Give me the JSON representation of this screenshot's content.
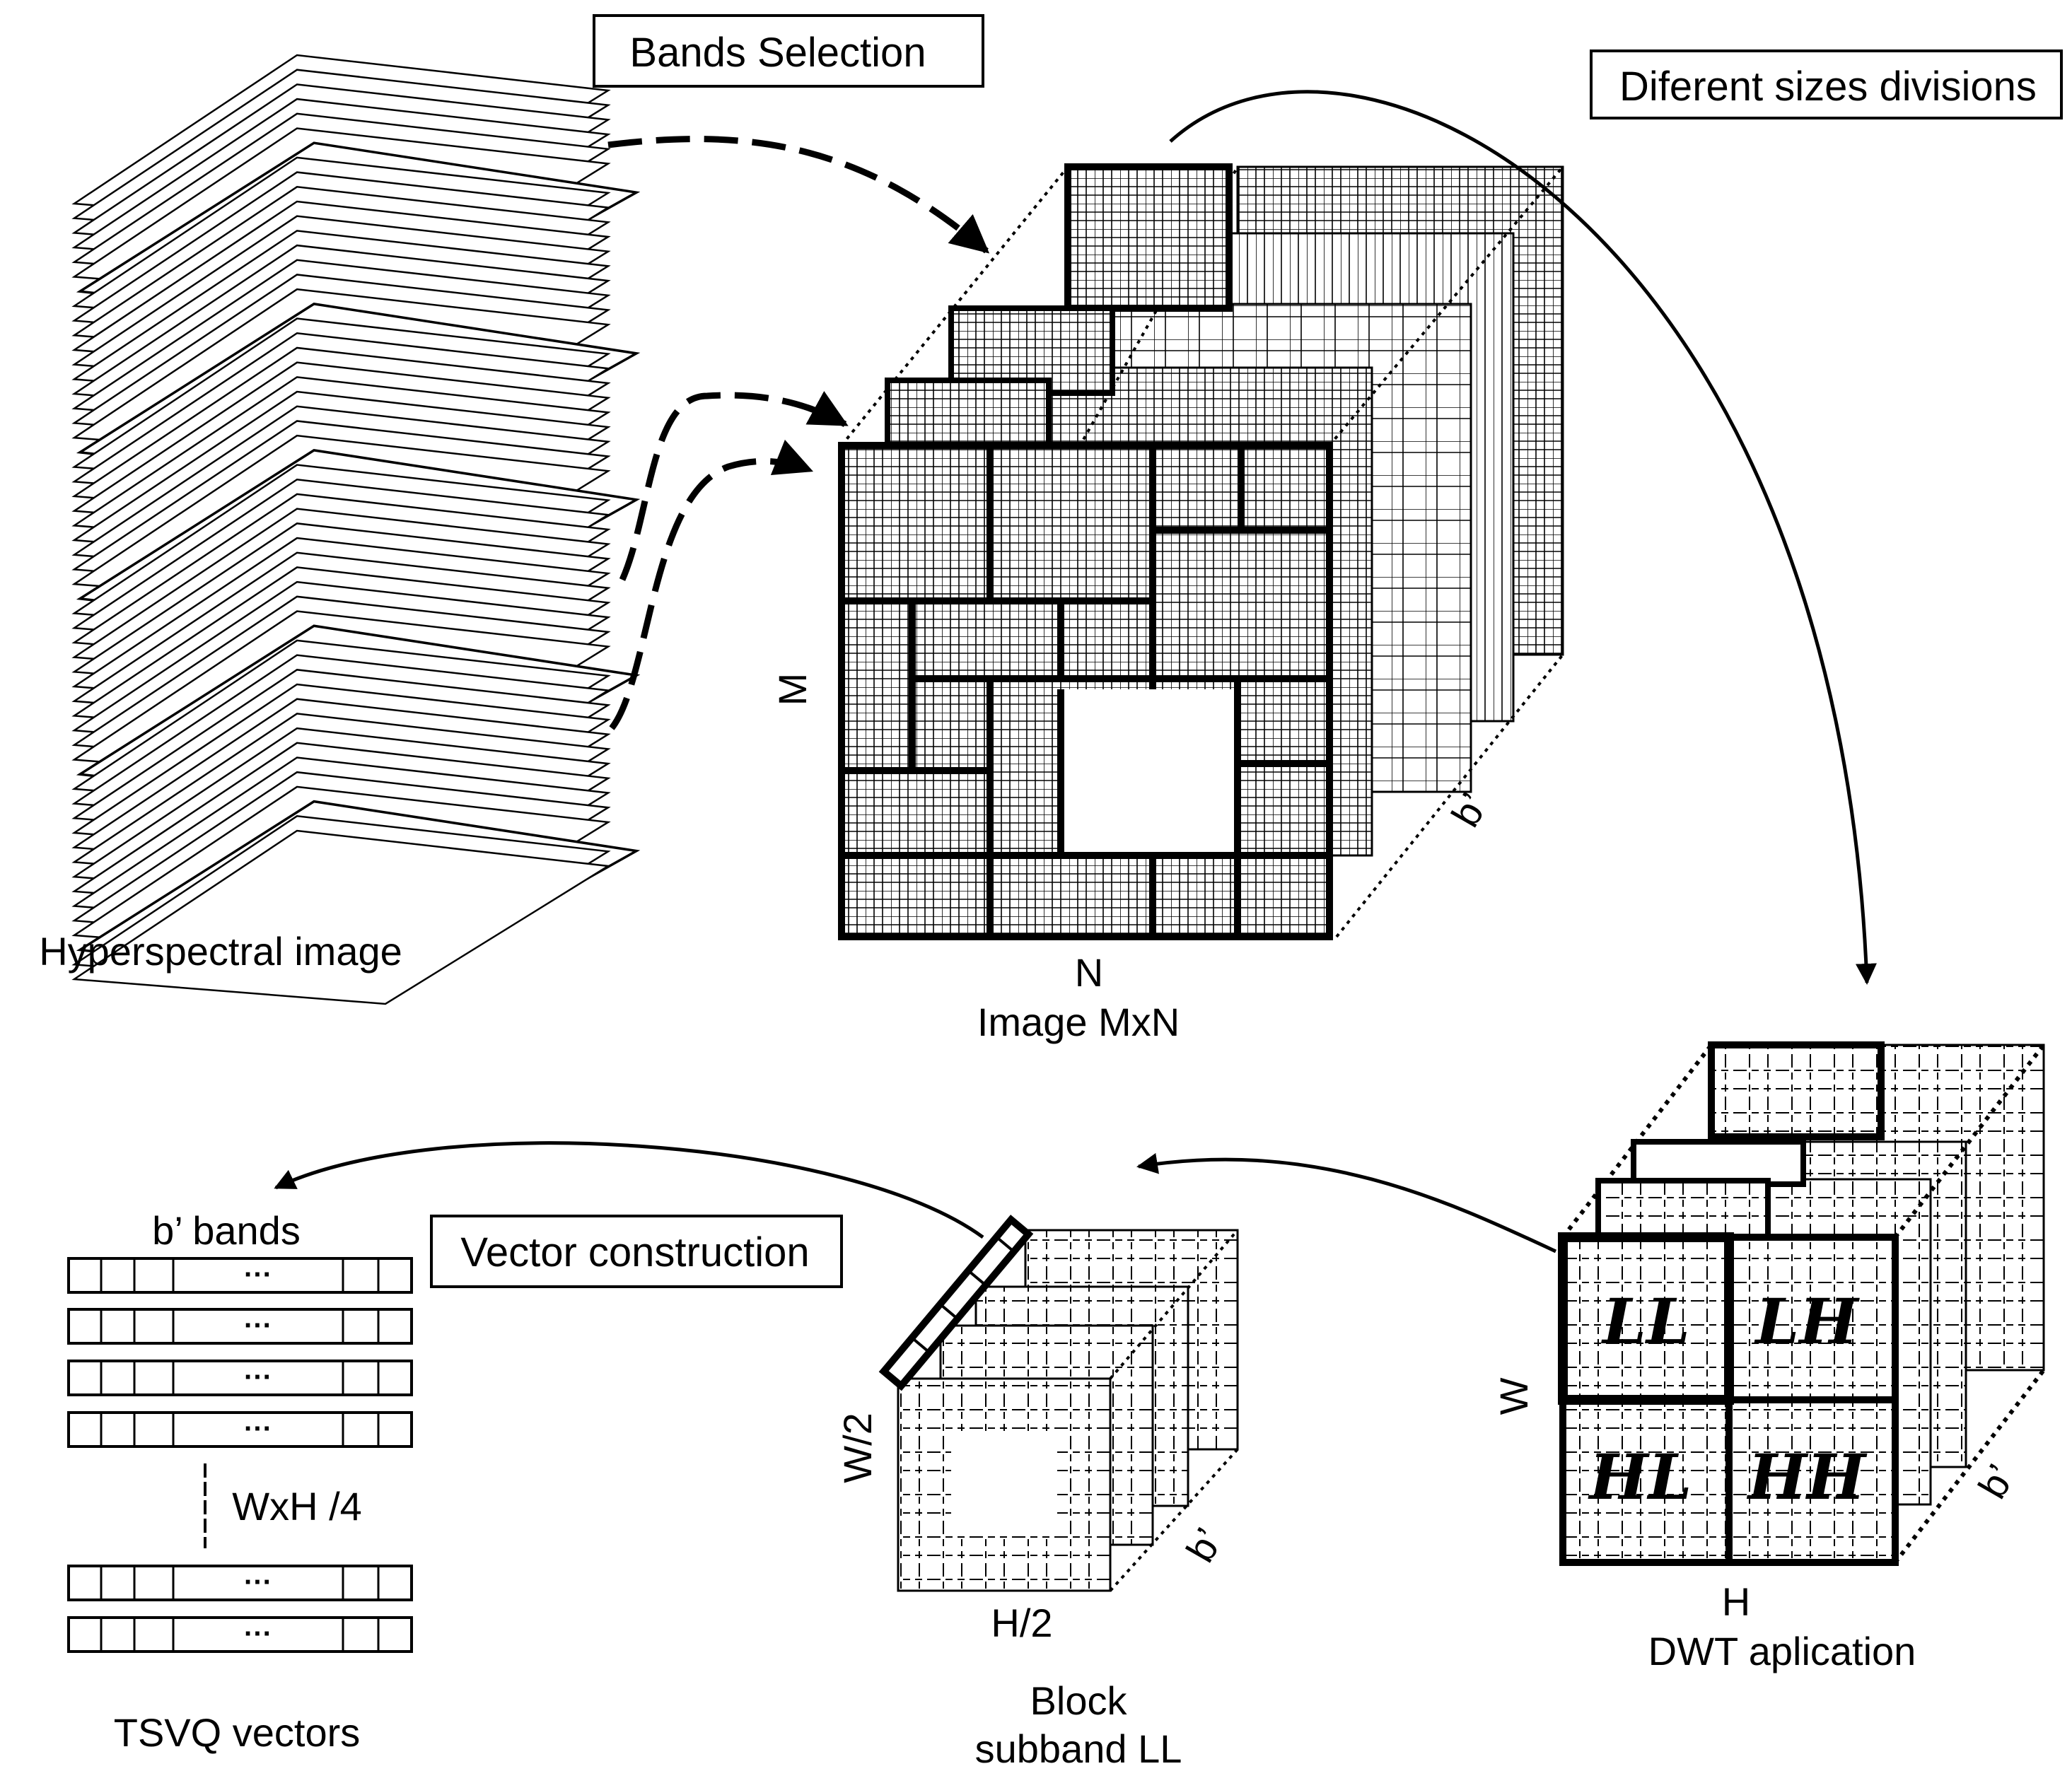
{
  "labels": {
    "bands_selection": "Bands Selection",
    "different_sizes_divisions": "Diferent sizes divisions",
    "vector_construction": "Vector construction",
    "hyperspectral_image": "Hyperspectral image",
    "image_m": "M",
    "image_n": "N",
    "image_mxn": "Image MxN",
    "image_bprime": "b’",
    "dwt_w": "W",
    "dwt_h": "H",
    "dwt_bprime": "b’",
    "dwt_application": "DWT aplication",
    "block_w2": "W/2",
    "block_h2": "H/2",
    "block_bprime": "b’",
    "block_line1": "Block",
    "block_line2": "subband LL",
    "tsvq_bands": "b’ bands",
    "tsvq_ellipsis": "···",
    "tsvq_count": "WxH /4",
    "tsvq_vectors": "TSVQ vectors"
  },
  "subbands": {
    "ll": "LL",
    "lh": "LH",
    "hl": "HL",
    "hh": "HH"
  },
  "tsvq_rows": 6
}
